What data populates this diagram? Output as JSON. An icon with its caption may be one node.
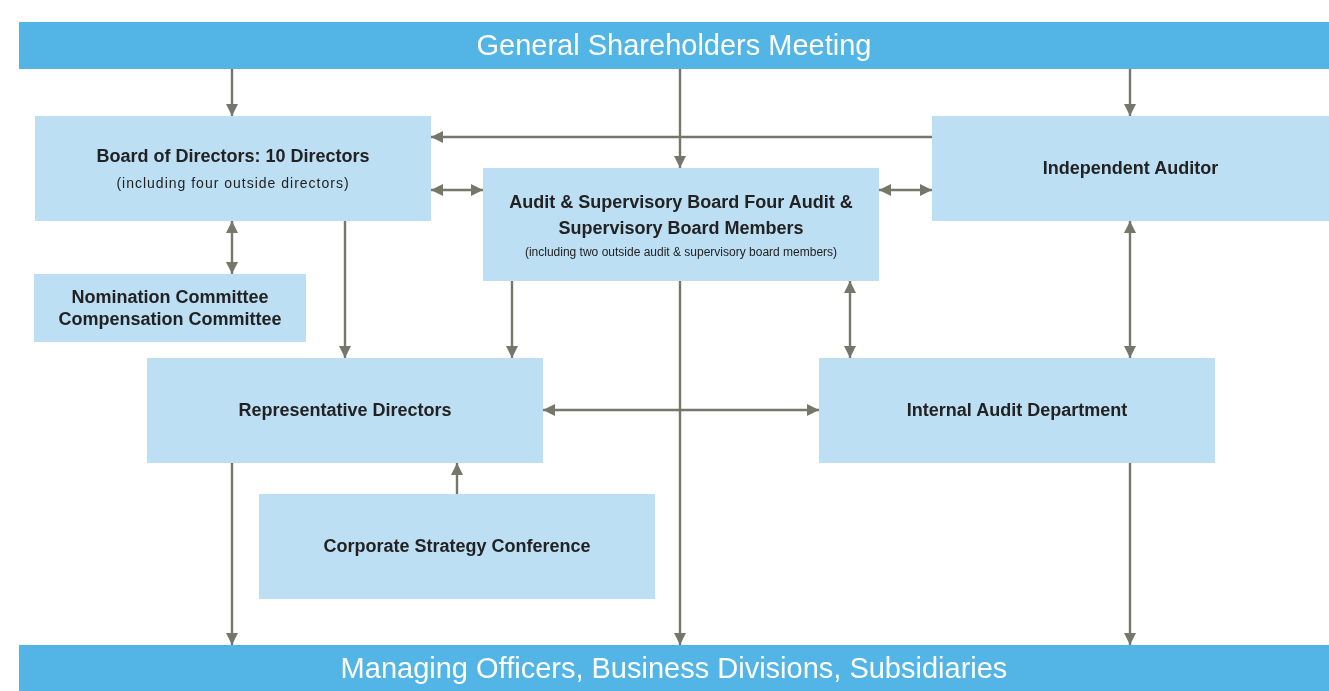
{
  "diagram": {
    "nodes": [
      {
        "text": [
          "General Shareholders Meeting"
        ]
      },
      {
        "text": [
          "Board of Directors: 10 Directors",
          "(including four outside directors)"
        ]
      },
      {
        "text": [
          "Audit & Supervisory Board Four Audit & Supervisory Board Members",
          "(including two outside audit & supervisory board members)"
        ]
      },
      {
        "text": [
          "Independent Auditor"
        ]
      },
      {
        "text": [
          "Nomination Committee",
          "Compensation Committee"
        ]
      },
      {
        "text": [
          "Representative Directors"
        ]
      },
      {
        "text": [
          "Internal Audit Department"
        ]
      },
      {
        "text": [
          "Corporate Strategy Conference"
        ]
      },
      {
        "text": [
          "Managing Officers, Business Divisions, Subsidiaries"
        ]
      }
    ],
    "edges": [
      {
        "from": 0,
        "to": 1,
        "arrow": "to"
      },
      {
        "from": 0,
        "to": 2,
        "arrow": "to"
      },
      {
        "from": 0,
        "to": 3,
        "arrow": "to"
      },
      {
        "from": 3,
        "to": 1,
        "arrow": "to"
      },
      {
        "from": 1,
        "to": 2,
        "arrow": "both"
      },
      {
        "from": 2,
        "to": 3,
        "arrow": "both"
      },
      {
        "from": 1,
        "to": 4,
        "arrow": "both"
      },
      {
        "from": 1,
        "to": 5,
        "arrow": "to"
      },
      {
        "from": 2,
        "to": 5,
        "arrow": "to"
      },
      {
        "from": 2,
        "to": 6,
        "arrow": "both"
      },
      {
        "from": 3,
        "to": 6,
        "arrow": "both"
      },
      {
        "from": 5,
        "to": 6,
        "arrow": "both"
      },
      {
        "from": 7,
        "to": 5,
        "arrow": "to"
      },
      {
        "from": 5,
        "to": 8,
        "arrow": "to"
      },
      {
        "from": 2,
        "to": 8,
        "arrow": "to"
      },
      {
        "from": 6,
        "to": 8,
        "arrow": "to"
      }
    ]
  }
}
